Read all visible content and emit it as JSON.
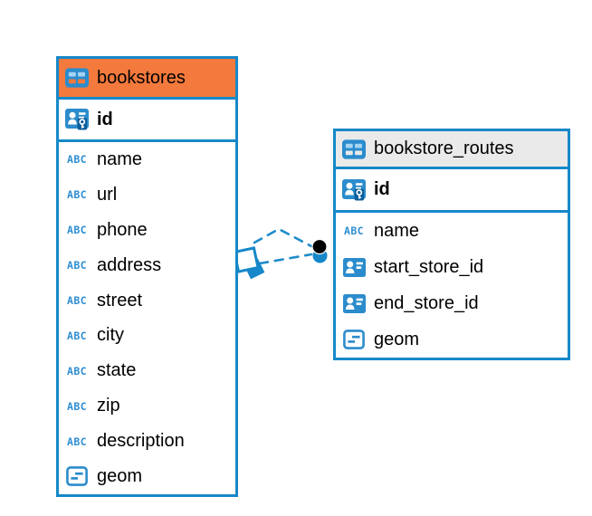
{
  "diagram": {
    "type": "entity-relationship",
    "tables": [
      {
        "name": "bookstores",
        "header_color": "#F4793C",
        "primary_key": {
          "label": "id",
          "type": "primary-key"
        },
        "columns": [
          {
            "label": "name",
            "type": "text"
          },
          {
            "label": "url",
            "type": "text"
          },
          {
            "label": "phone",
            "type": "text"
          },
          {
            "label": "address",
            "type": "text"
          },
          {
            "label": "street",
            "type": "text"
          },
          {
            "label": "city",
            "type": "text"
          },
          {
            "label": "state",
            "type": "text"
          },
          {
            "label": "zip",
            "type": "text"
          },
          {
            "label": "description",
            "type": "text"
          },
          {
            "label": "geom",
            "type": "geometry"
          }
        ]
      },
      {
        "name": "bookstore_routes",
        "header_color": "#EAEAEA",
        "primary_key": {
          "label": "id",
          "type": "primary-key"
        },
        "columns": [
          {
            "label": "name",
            "type": "text"
          },
          {
            "label": "start_store_id",
            "type": "foreign-key"
          },
          {
            "label": "end_store_id",
            "type": "foreign-key"
          },
          {
            "label": "geom",
            "type": "geometry"
          }
        ]
      }
    ],
    "relationship": {
      "from_table": "bookstores",
      "to_table": "bookstore_routes",
      "line_style": "dashed",
      "line_count": 2,
      "from_marker": "diamond",
      "to_marker": "dot"
    }
  },
  "icons": {
    "text_type_glyph": "ABC"
  },
  "colors": {
    "accent_blue": "#1688C9",
    "icon_blue": "#2B8CCD",
    "icon_cell_light": "#A7D4F2",
    "bookstores_header": "#F4793C",
    "routes_header": "#EAEAEA",
    "relationship_line": "#1E8BC9",
    "dot_marker": "#000000"
  }
}
